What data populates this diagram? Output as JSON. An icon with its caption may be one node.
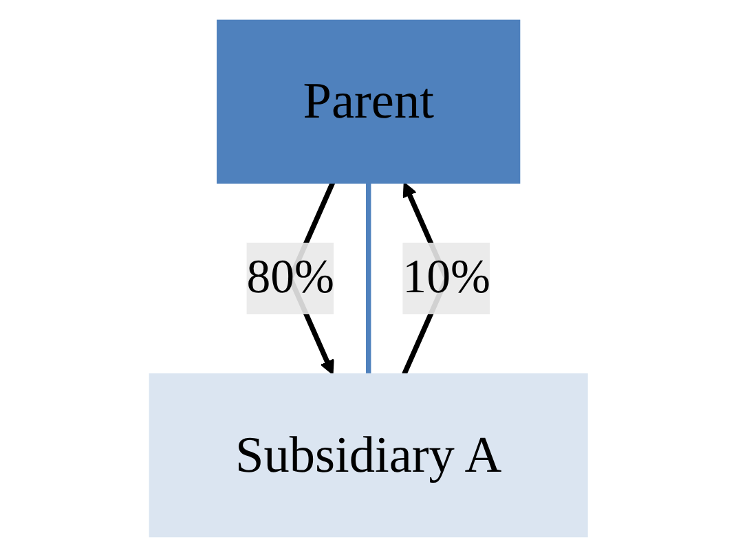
{
  "diagram": {
    "nodes": [
      {
        "text": [
          "Parent"
        ]
      },
      {
        "text": [
          "Subsidiary A"
        ]
      }
    ],
    "edges": [
      {
        "from": 0,
        "to": 1,
        "arrow": "to",
        "label": "80%"
      },
      {
        "from": 0,
        "to": 1,
        "arrow": "none",
        "color": "#4f81bd"
      },
      {
        "from": 1,
        "to": 0,
        "arrow": "to",
        "label": "10%"
      }
    ]
  }
}
